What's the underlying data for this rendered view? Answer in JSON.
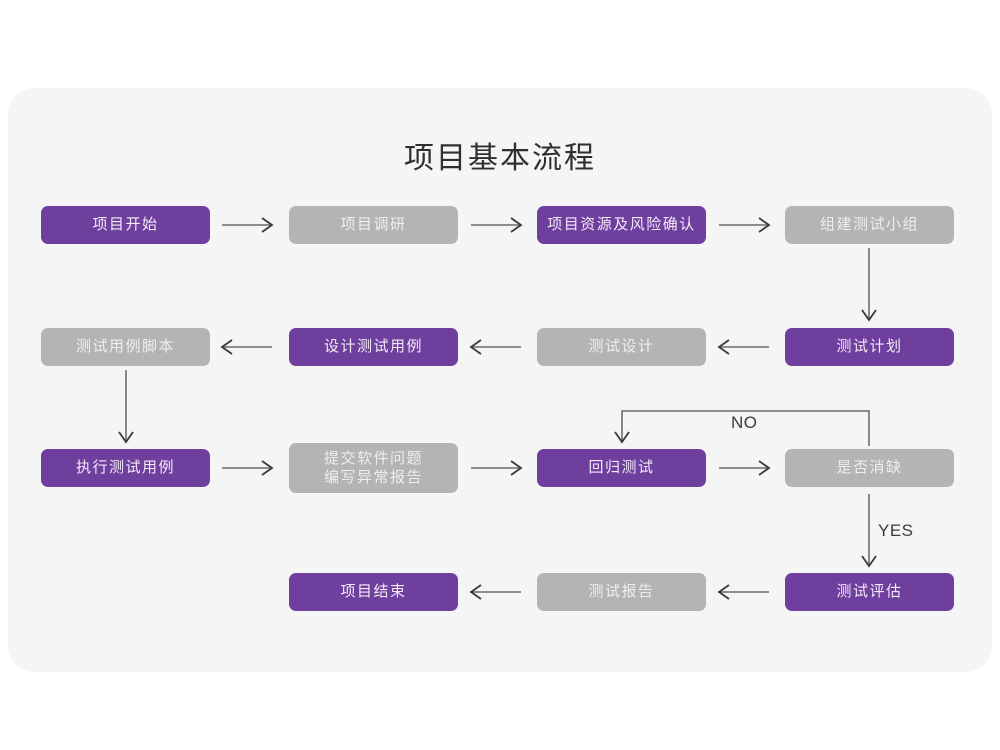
{
  "title": "项目基本流程",
  "colors": {
    "purple": "#6f3f9e",
    "gray": "#b4b4b4",
    "panel": "#f5f5f6",
    "page": "#ffffff",
    "arrow": "#6d6d6d",
    "title_text": "#2f2f2f"
  },
  "nodes": {
    "n1": {
      "label": "项目开始",
      "style": "purple"
    },
    "n2": {
      "label": "项目调研",
      "style": "gray"
    },
    "n3": {
      "label": "项目资源及风险确认",
      "style": "purple"
    },
    "n4": {
      "label": "组建测试小组",
      "style": "gray"
    },
    "n5": {
      "label": "测试计划",
      "style": "purple"
    },
    "n6": {
      "label": "测试设计",
      "style": "gray"
    },
    "n7": {
      "label": "设计测试用例",
      "style": "purple"
    },
    "n8": {
      "label": "测试用例脚本",
      "style": "gray"
    },
    "n9": {
      "label": "执行测试用例",
      "style": "purple"
    },
    "n10": {
      "label": "提交软件问题\n编写异常报告",
      "style": "gray"
    },
    "n11": {
      "label": "回归测试",
      "style": "purple"
    },
    "n12": {
      "label": "是否消缺",
      "style": "gray"
    },
    "n13": {
      "label": "测试评估",
      "style": "purple"
    },
    "n14": {
      "label": "测试报告",
      "style": "gray"
    },
    "n15": {
      "label": "项目结束",
      "style": "purple"
    }
  },
  "edge_labels": {
    "no": "NO",
    "yes": "YES"
  }
}
